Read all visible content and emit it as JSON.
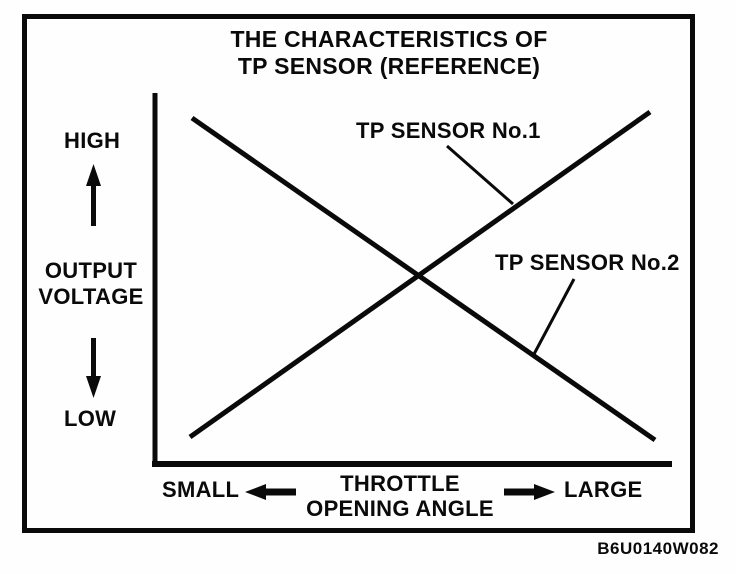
{
  "figure": {
    "title_line1": "THE CHARACTERISTICS OF",
    "title_line2": "TP SENSOR (REFERENCE)",
    "code": "B6U0140W082"
  },
  "y_axis": {
    "high_label": "HIGH",
    "name_line1": "OUTPUT",
    "name_line2": "VOLTAGE",
    "low_label": "LOW"
  },
  "x_axis": {
    "small_label": "SMALL",
    "name_line1": "THROTTLE",
    "name_line2": "OPENING ANGLE",
    "large_label": "LARGE"
  },
  "series_labels": {
    "sensor1": "TP SENSOR No.1",
    "sensor2": "TP SENSOR No.2"
  },
  "colors": {
    "ink": "#0a0a0a",
    "paper": "#fefefe"
  },
  "icons": [
    "up-arrow-icon",
    "down-arrow-icon",
    "left-arrow-icon",
    "right-arrow-icon"
  ],
  "chart_data": {
    "type": "line",
    "title": "THE CHARACTERISTICS OF TP SENSOR (REFERENCE)",
    "xlabel": "THROTTLE OPENING ANGLE",
    "x_direction": "SMALL (left) to LARGE (right)",
    "ylabel": "OUTPUT VOLTAGE",
    "y_direction": "LOW (bottom) to HIGH (top)",
    "axis_numeric_labels": false,
    "grid": false,
    "legend_position": "inline annotations with leader lines",
    "x_range_normalized": [
      0,
      1
    ],
    "y_range_normalized": [
      0,
      1
    ],
    "series": [
      {
        "name": "TP SENSOR No.1",
        "shape": "straight rising line",
        "x": [
          0.07,
          0.96
        ],
        "y": [
          0.07,
          0.95
        ]
      },
      {
        "name": "TP SENSOR No.2",
        "shape": "straight falling line",
        "x": [
          0.08,
          0.97
        ],
        "y": [
          0.93,
          0.06
        ]
      }
    ],
    "intersection_normalized": {
      "x": 0.51,
      "y": 0.5
    }
  }
}
